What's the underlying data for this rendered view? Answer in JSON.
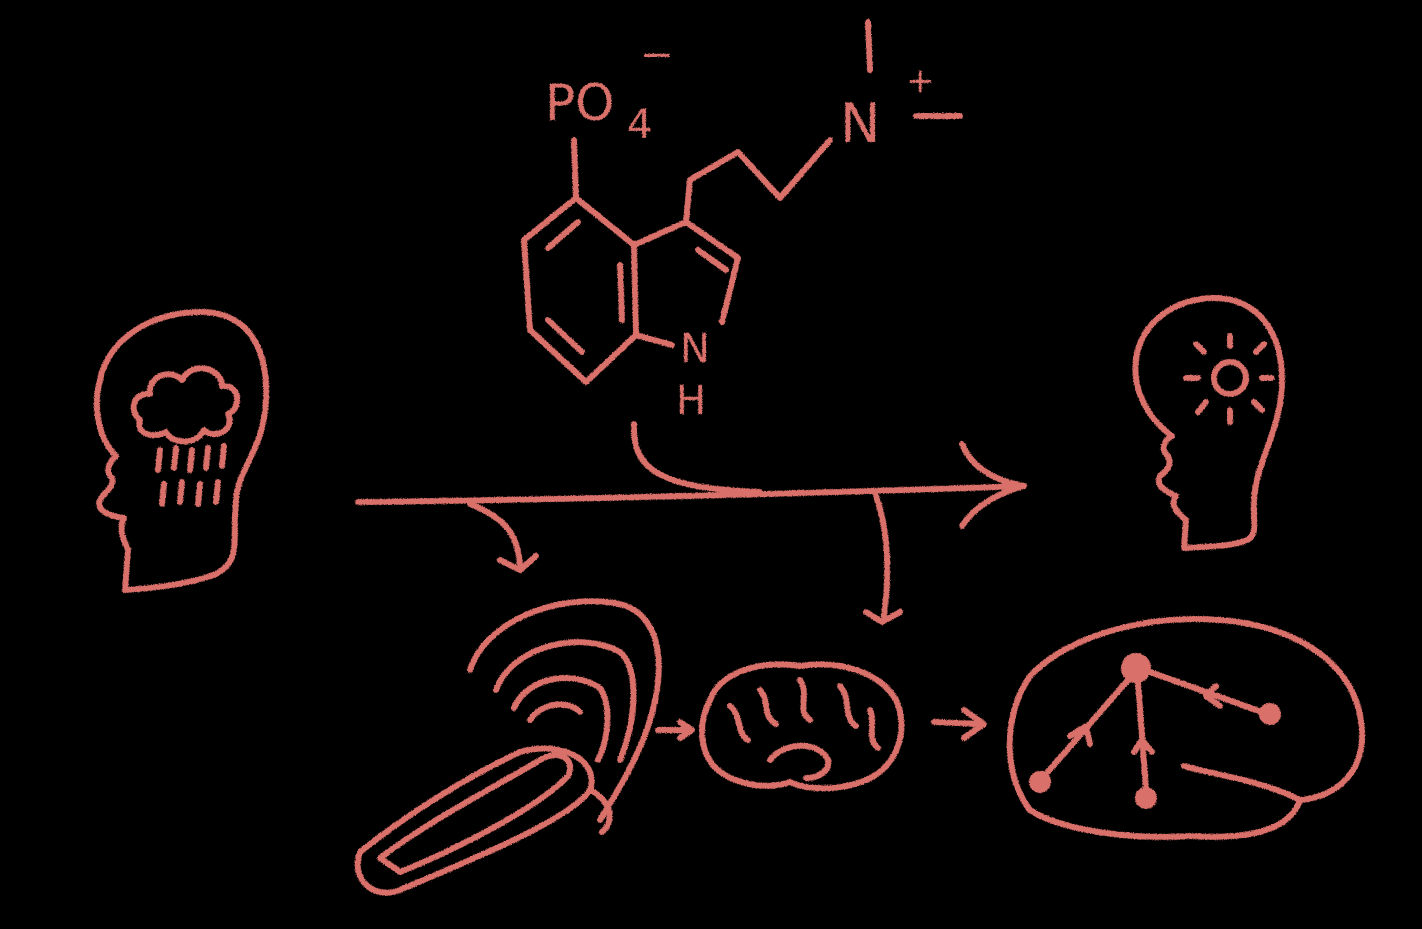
{
  "colors": {
    "background": "#000000",
    "chalk": "#d9706b",
    "chalk_dark": "#b85a56"
  },
  "molecule": {
    "phosphate_label": "PO",
    "phosphate_subscript": "4",
    "phosphate_charge": "−",
    "amine_label": "N",
    "amine_charge": "+",
    "ring_nh_label": "NH",
    "ring_n": "N",
    "ring_h": "H"
  },
  "icons": {
    "depressed_head": "head-raincloud-icon",
    "happy_head": "head-sun-icon",
    "scanner": "mri-scanner-icon",
    "brain_scan": "brain-icon",
    "brain_network": "brain-network-icon"
  }
}
